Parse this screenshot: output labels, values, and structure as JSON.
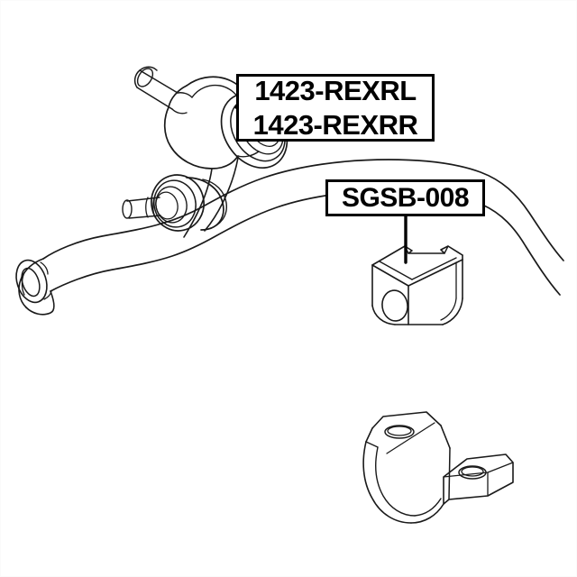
{
  "page": {
    "title": "Stabilizer link and bushing parts diagram",
    "background_color": "#ffffff",
    "line_color": "#000000"
  },
  "labels": [
    {
      "id": "stabilizer-link",
      "lines": [
        "1423-REXRL",
        "1423-REXRR"
      ],
      "points_to": "stabilizer-link-upper-ball-joint"
    },
    {
      "id": "stabilizer-bushing",
      "lines": [
        "SGSB-008"
      ],
      "points_to": "stabilizer-bar-bushing"
    }
  ],
  "parts": [
    {
      "id": "stabilizer-link",
      "name": "Stabilizer link / sway bar end link",
      "features": [
        "upper ball joint housing",
        "angled connecting rod",
        "lower ball joint housing",
        "threaded studs"
      ]
    },
    {
      "id": "stabilizer-bar-bushing",
      "name": "Stabilizer bar rubber bushing",
      "features": [
        "cube body",
        "central bore",
        "top slit groove"
      ]
    },
    {
      "id": "stabilizer-bar",
      "name": "Stabilizer bar / anti-roll bar",
      "features": [
        "flattened eye end",
        "swept bends"
      ]
    },
    {
      "id": "bushing-bracket",
      "name": "Stabilizer bushing mounting bracket",
      "features": [
        "U-shaped saddle",
        "two bolt holes"
      ]
    }
  ]
}
